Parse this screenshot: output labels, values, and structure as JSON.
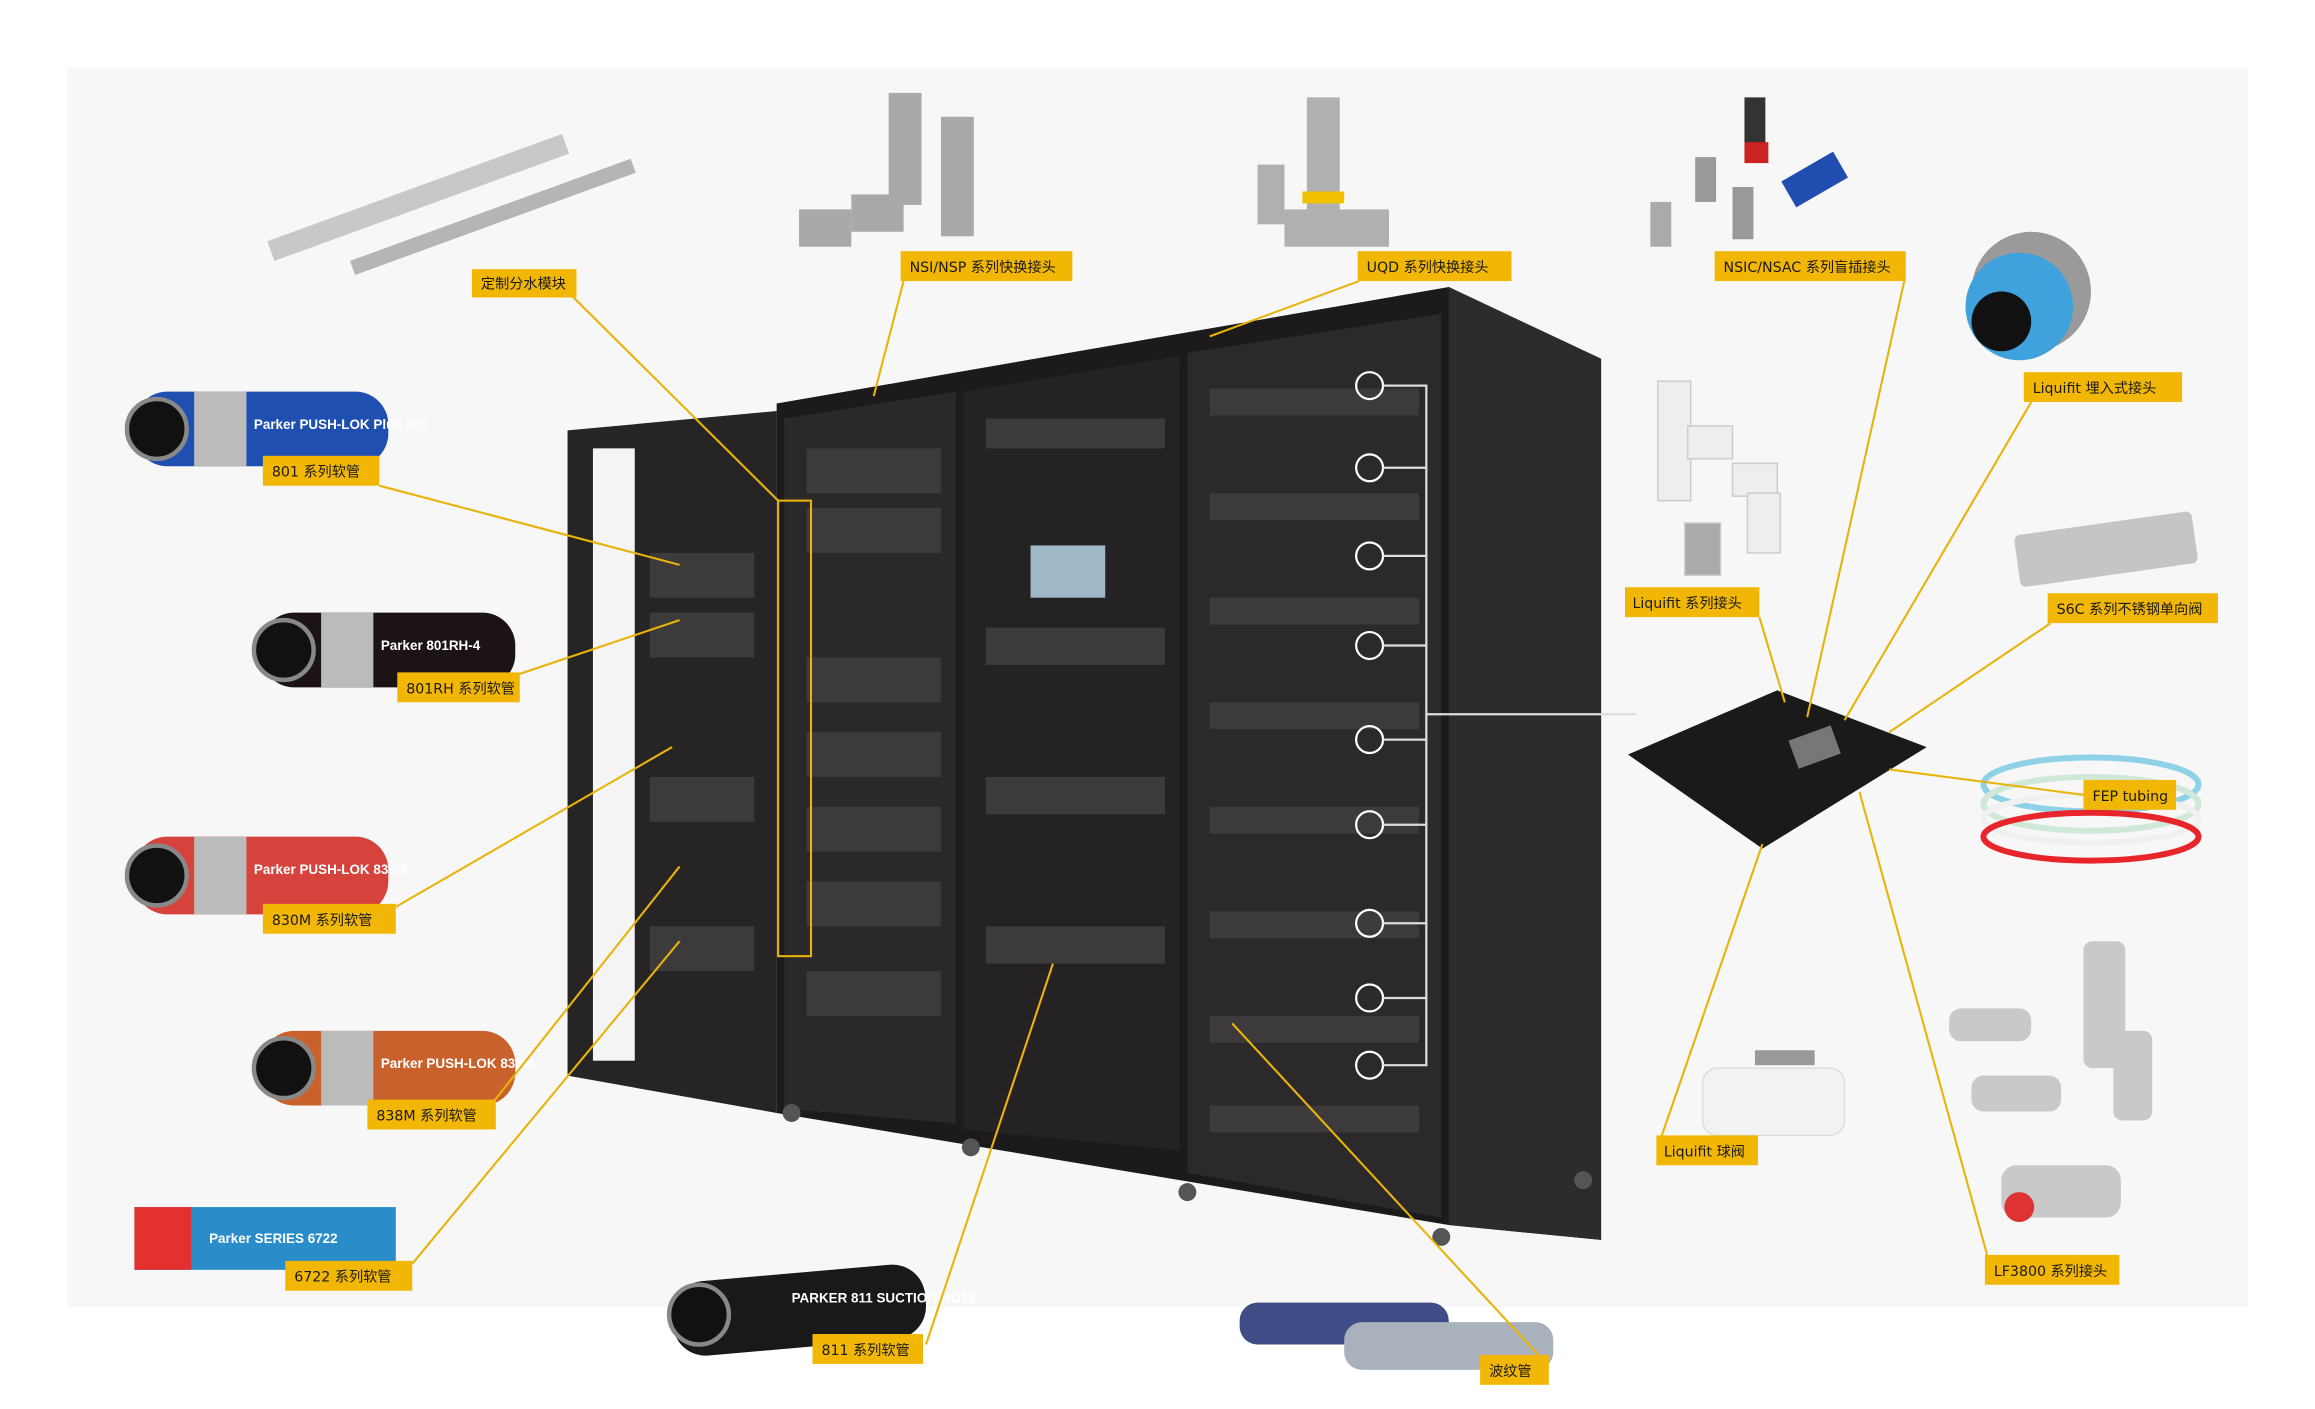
{
  "colors": {
    "label_bg": "#f2b705",
    "leader": "#e8b30a",
    "cabinet": "#1e1c1c",
    "background": "#ffffff"
  },
  "labels": {
    "manifold": "定制分水模块",
    "nsi_nsp": "NSI/NSP 系列快换接头",
    "uqd": "UQD 系列快换接头",
    "nsic_nsac": "NSIC/NSAC 系列盲插接头",
    "liquifit_embedded": "Liquifit 埋入式接头",
    "hose_801": "801 系列软管",
    "hose_801rh": "801RH 系列软管",
    "liquifit_fittings": "Liquifit 系列接头",
    "s6c": "S6C 系列不锈钢单向阀",
    "fep": "FEP tubing",
    "hose_830m": "830M 系列软管",
    "hose_838m": "838M 系列软管",
    "hose_6722": "6722 系列软管",
    "hose_811": "811 系列软管",
    "corrugated": "波纹管",
    "liquifit_ball_valve": "Liquifit 球阀",
    "lf3800": "LF3800 系列接头"
  },
  "hose_prints": {
    "h801": "Parker PUSH-LOK Plus 801",
    "h801rh": "Parker 801RH-4",
    "h830m": "Parker PUSH-LOK 830M",
    "h838m": "Parker PUSH-LOK 838M",
    "h6722": "Parker SERIES 6722",
    "h811": "PARKER 811 SUCTION HOSE"
  }
}
